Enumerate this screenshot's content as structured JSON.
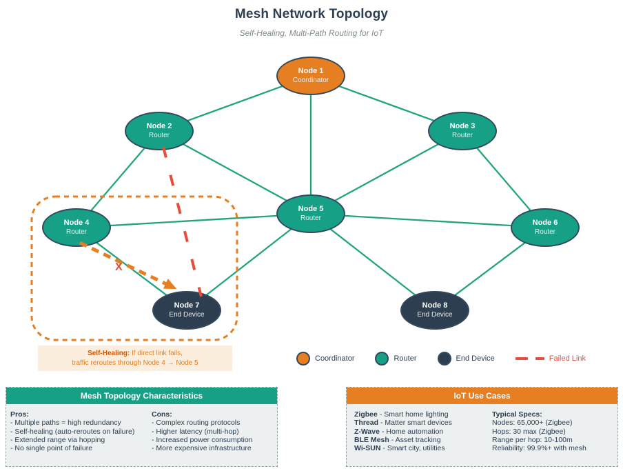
{
  "header": {
    "title": "Mesh Network Topology",
    "subtitle": "Self-Healing, Multi-Path Routing for IoT"
  },
  "nodes": {
    "node1": {
      "name": "Node 1",
      "role": "Coordinator"
    },
    "node2": {
      "name": "Node 2",
      "role": "Router"
    },
    "node3": {
      "name": "Node 3",
      "role": "Router"
    },
    "node4": {
      "name": "Node 4",
      "role": "Router"
    },
    "node5": {
      "name": "Node 5",
      "role": "Router"
    },
    "node6": {
      "name": "Node 6",
      "role": "Router"
    },
    "node7": {
      "name": "Node 7",
      "role": "End Device"
    },
    "node8": {
      "name": "Node 8",
      "role": "End Device"
    }
  },
  "links": [
    "Node 1-Node 2",
    "Node 1-Node 3",
    "Node 1-Node 5",
    "Node 2-Node 4",
    "Node 2-Node 5",
    "Node 3-Node 5",
    "Node 3-Node 6",
    "Node 4-Node 5",
    "Node 4-Node 7",
    "Node 5-Node 6",
    "Node 5-Node 7",
    "Node 5-Node 8",
    "Node 6-Node 8"
  ],
  "failed_link": {
    "from": "Node 2",
    "to": "Node 7",
    "marker": "X"
  },
  "reroute_arrow": {
    "from": "Node 4",
    "to": "Node 7"
  },
  "note": {
    "label": "Self-Healing:",
    "line1": "If direct link fails,",
    "line2": "traffic reroutes through Node 4 → Node 5"
  },
  "legend": {
    "coordinator": "Coordinator",
    "router": "Router",
    "end_device": "End Device",
    "failed_link": "Failed Link"
  },
  "left_panel": {
    "title": "Mesh Topology Characteristics",
    "pros_title": "Pros:",
    "pros": [
      "- Multiple paths = high redundancy",
      "- Self-healing (auto-reroutes on failure)",
      "- Extended range via hopping",
      "- No single point of failure"
    ],
    "cons_title": "Cons:",
    "cons": [
      "- Complex routing protocols",
      "- Higher latency (multi-hop)",
      "- Increased power consumption",
      "- More expensive infrastructure"
    ]
  },
  "right_panel": {
    "title": "IoT Use Cases",
    "protocols": [
      {
        "name": "Zigbee",
        "desc": "- Smart home lighting"
      },
      {
        "name": "Thread",
        "desc": "- Matter smart devices"
      },
      {
        "name": "Z-Wave",
        "desc": "- Home automation"
      },
      {
        "name": "BLE Mesh",
        "desc": "- Asset tracking"
      },
      {
        "name": "Wi-SUN",
        "desc": "- Smart city, utilities"
      }
    ],
    "specs_title": "Typical Specs:",
    "specs": [
      "Nodes: 65,000+ (Zigbee)",
      "Hops: 30 max (Zigbee)",
      "Range per hop: 10-100m",
      "Reliability: 99.9%+ with mesh"
    ]
  },
  "colors": {
    "coordinator": "#E67E22",
    "router": "#16A085",
    "end_device": "#2C3E50",
    "link": "#23A57C",
    "failed_link": "#E74C3C",
    "highlight": "#E67E22",
    "note_bg": "#FBEEDD",
    "panel_body": "#ECF0F1"
  }
}
